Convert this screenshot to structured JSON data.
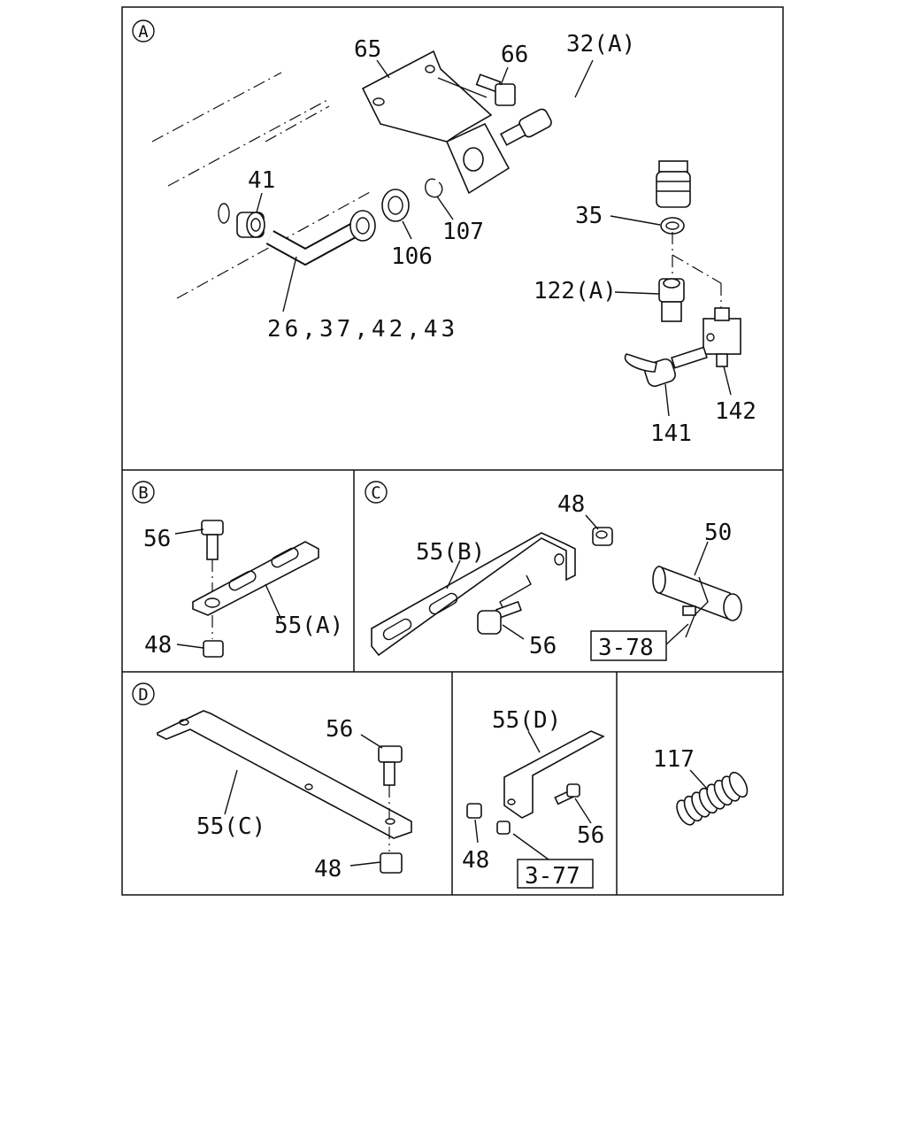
{
  "sections": {
    "a": {
      "marker": "A"
    },
    "b": {
      "marker": "B"
    },
    "c": {
      "marker": "C"
    },
    "d": {
      "marker": "D"
    }
  },
  "callouts": {
    "p65": "65",
    "p66": "66",
    "p32a": "32(A)",
    "p41": "41",
    "p35": "35",
    "p106": "106",
    "p107": "107",
    "p122a": "122(A)",
    "p26": "26,37,42,43",
    "p141": "141",
    "p142": "142",
    "b56": "56",
    "b55a": "55(A)",
    "b48": "48",
    "c48": "48",
    "c50": "50",
    "c55b": "55(B)",
    "c56": "56",
    "c_ref": "3-78",
    "d56": "56",
    "d55c": "55(C)",
    "d48": "48",
    "e55d": "55(D)",
    "e56": "56",
    "e48": "48",
    "e_ref": "3-77",
    "f117": "117"
  }
}
